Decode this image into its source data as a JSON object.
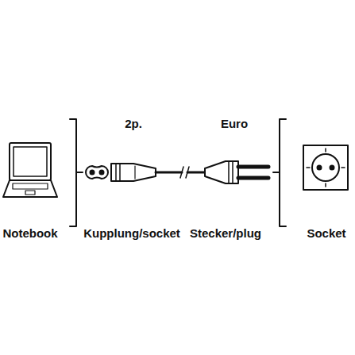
{
  "diagram": {
    "labels": [
      "2p.",
      "Euro",
      "Notebook",
      "Kupplung/socket",
      "Stecker/plug",
      "Socket"
    ]
  }
}
